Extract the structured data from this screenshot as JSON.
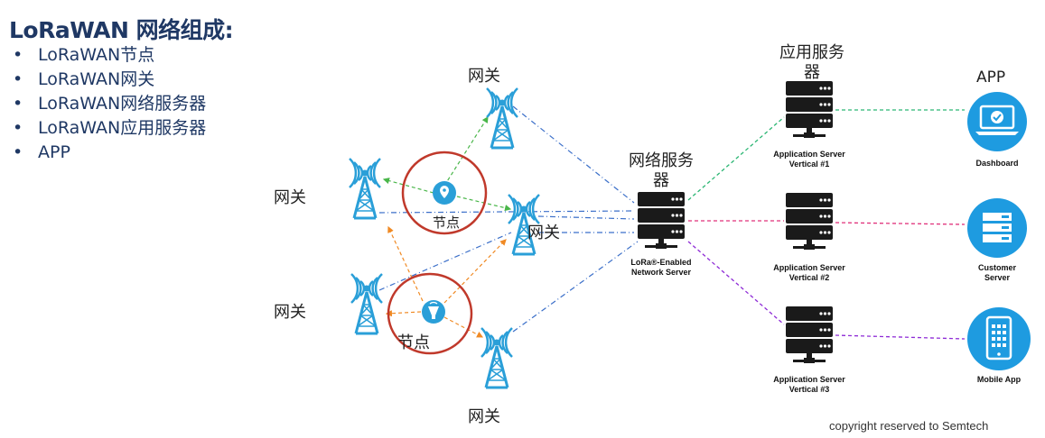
{
  "title": "LoRaWAN 网络组成:",
  "bullets": [
    "LoRaWAN节点",
    "LoRaWAN网关",
    "LoRaWAN网络服务器",
    "LoRaWAN应用服务器",
    "APP"
  ],
  "labels": {
    "gateway": "网关",
    "node": "节点",
    "network_server": "网络服务器",
    "app_server": "应用服务器",
    "app": "APP"
  },
  "network_server_caption": [
    "LoRa®-Enabled",
    "Network Server"
  ],
  "app_servers": [
    {
      "line1": "Application Server",
      "line2": "Vertical #1"
    },
    {
      "line1": "Application Server",
      "line2": "Vertical #2"
    },
    {
      "line1": "Application Server",
      "line2": "Vertical #3"
    }
  ],
  "apps": [
    {
      "line1": "Dashboard",
      "line2": ""
    },
    {
      "line1": "Customer",
      "line2": "Server"
    },
    {
      "line1": "Mobile App",
      "line2": ""
    }
  ],
  "copyright": "copyright reserved to Semtech",
  "colors": {
    "title": "#1f3864",
    "tower": "#2a9fd8",
    "server": "#1a1a1a",
    "node_circle": "#c0392b",
    "app_icon": "#1e9be0",
    "link_gateway_server": "#3b6fc9",
    "link_app1": "#2bb673",
    "link_app2": "#e0307a",
    "link_app3": "#8e2bd6",
    "node_link_green": "#49b649",
    "node_link_orange": "#f08a24"
  },
  "icons": {
    "gateway": "radio-tower-icon",
    "node_top": "location-pin-icon",
    "node_bottom": "antenna-icon",
    "server": "server-rack-icon",
    "dashboard": "laptop-check-icon",
    "customer_server": "server-icon",
    "mobile_app": "smartphone-icon"
  }
}
